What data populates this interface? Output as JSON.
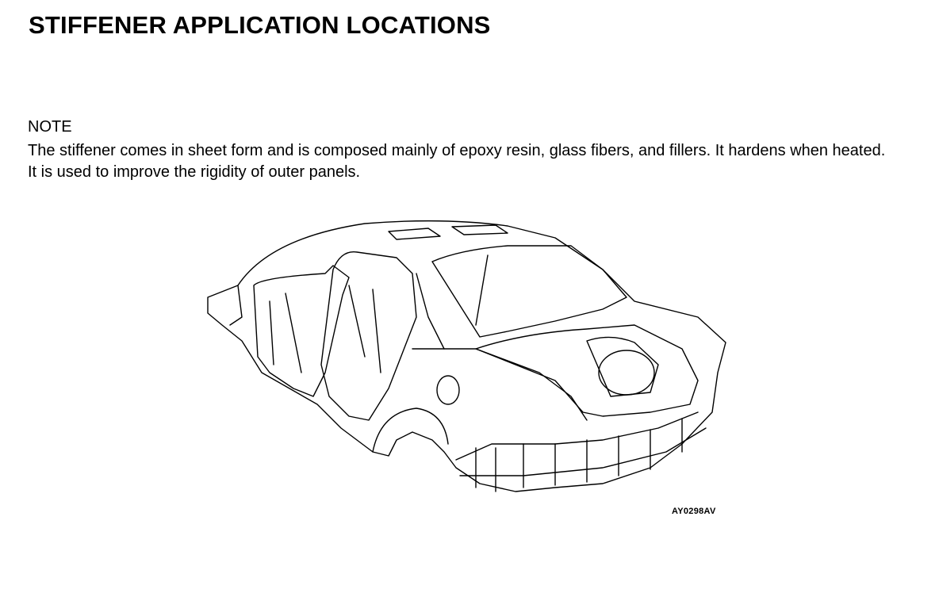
{
  "page": {
    "title": "STIFFENER APPLICATION LOCATIONS",
    "note_label": "NOTE",
    "note_text": "The stiffener comes in sheet form and is composed mainly of epoxy resin, glass fibers, and fillers. It hardens when heated. It is used to improve the rigidity of outer panels.",
    "figure_code": "AY0298AV"
  }
}
